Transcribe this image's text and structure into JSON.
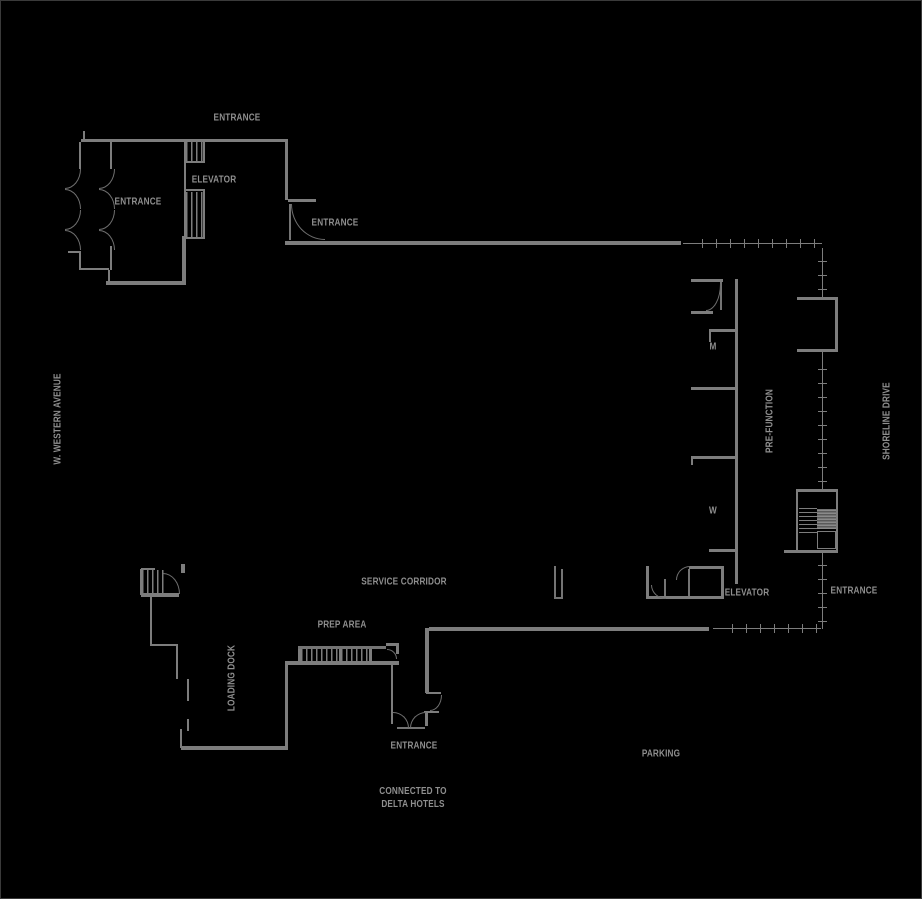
{
  "colors": {
    "background": "#000000",
    "wall": "#7d7d7d",
    "text": "#8f8f8f"
  },
  "labels": {
    "entrance_north": "ENTRANCE",
    "elevator_north": "ELEVATOR",
    "entrance_lobby": "ENTRANCE",
    "entrance_northeast": "ENTRANCE",
    "western_avenue": "W. WESTERN AVENUE",
    "mens_restroom": "M",
    "womens_restroom": "W",
    "pre_function": "PRE-FUNCTION",
    "shoreline_drive": "SHORELINE DRIVE",
    "service_corridor": "SERVICE CORRIDOR",
    "elevator_south": "ELEVATOR",
    "entrance_east": "ENTRANCE",
    "prep_area": "PREP AREA",
    "loading_dock": "LOADING DOCK",
    "entrance_south": "ENTRANCE",
    "connected_line1": "CONNECTED TO",
    "connected_line2": "DELTA HOTELS",
    "parking": "PARKING"
  }
}
